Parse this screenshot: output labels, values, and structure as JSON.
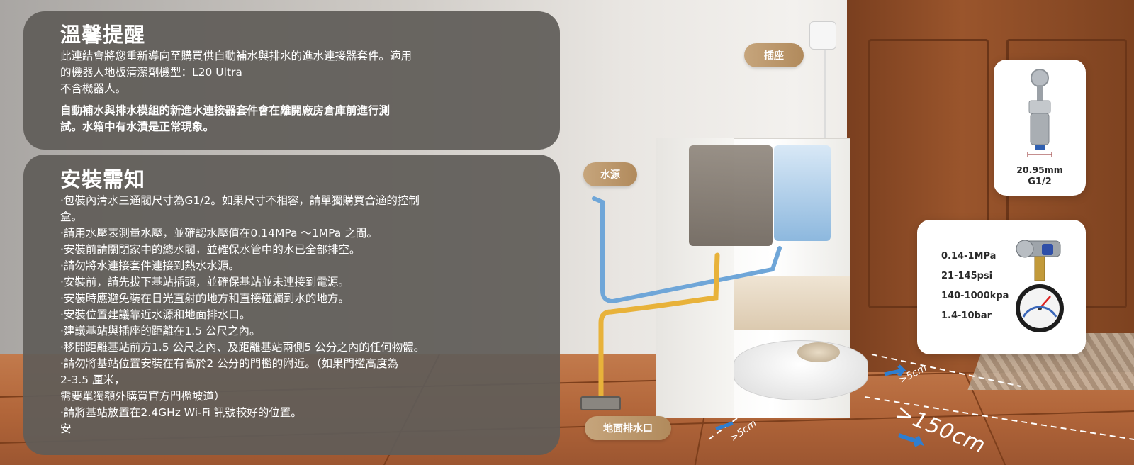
{
  "reminder": {
    "title": "溫馨提醒",
    "lines": [
      "此連結會將您重新導向至購買供自動補水與排水的進水連接器套件。適用",
      "的機器人地板清潔劑機型：L20 Ultra",
      "不含機器人。"
    ],
    "note_lines": [
      "自動補水與排水模組的新進水連接器套件會在離開廠房倉庫前進行測",
      "試。水箱中有水漬是正常現象。"
    ]
  },
  "install": {
    "title": "安裝需知",
    "items": [
      "·包裝內清水三通閥尺寸為G1/2。如果尺寸不相容，請單獨購買合適的控制",
      "盒。",
      "·請用水壓表測量水壓，並確認水壓值在0.14MPa ～1MPa 之間。",
      "·安裝前請關閉家中的總水閥，並確保水管中的水已全部排空。",
      "·請勿將水連接套件連接到熱水水源。",
      "·安裝前，請先拔下基站插頭，並確保基站並未連接到電源。",
      "·安裝時應避免裝在日光直射的地方和直接碰觸到水的地方。",
      "·安裝位置建議靠近水源和地面排水口。",
      "·建議基站與插座的距離在1.5 公尺之內。",
      "·移開距離基站前方1.5 公尺之內、及距離基站兩側5 公分之內的任何物體。",
      "·請勿將基站位置安裝在有高於2 公分的門檻的附近。（如果門檻高度為",
      "2-3.5 厘米，",
      "需要單獨額外購買官方門檻坡道）",
      "·請將基站放置在2.4GHz Wi-Fi 訊號較好的位置。",
      "安"
    ]
  },
  "labels": {
    "outlet": "插座",
    "water_source": "水源",
    "floor_drain": "地面排水口"
  },
  "valve_card": {
    "size_mm": "20.95mm",
    "thread": "G1/2"
  },
  "pressure_card": {
    "values": [
      "0.14-1MPa",
      "21-145psi",
      "140-1000kpa",
      "1.4-10bar"
    ]
  },
  "floor_dimensions": {
    "front": ">150cm",
    "side_right": ">5cm",
    "side_left": ">5cm"
  },
  "colors": {
    "panel_bg": "#605c58",
    "pill_gold": "#b18a5c",
    "clean_pipe": "#6fa6d8",
    "drain_pipe": "#e8b23a",
    "arrow_blue": "#2f7ed0"
  }
}
